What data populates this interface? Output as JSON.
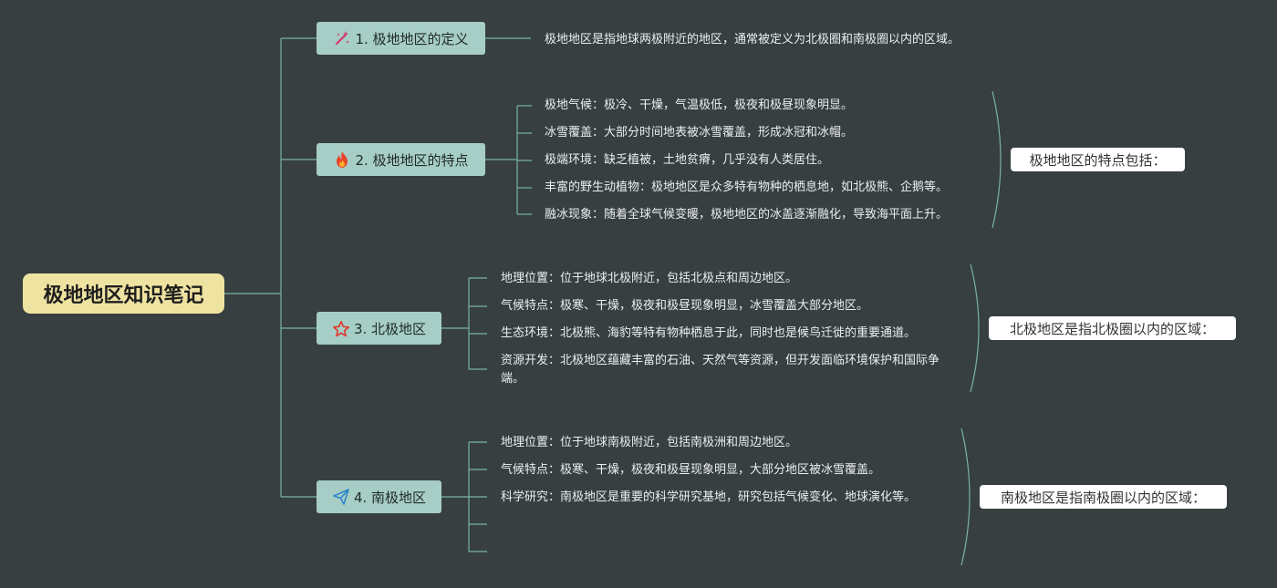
{
  "root": {
    "title": "极地地区知识笔记"
  },
  "branches": [
    {
      "label": "1. 极地地区的定义",
      "icon": "magic-wand-icon",
      "leaves": [
        "极地地区是指地球两极附近的地区，通常被定义为北极圈和南极圈以内的区域。"
      ]
    },
    {
      "label": "2. 极地地区的特点",
      "icon": "fire-icon",
      "leaves": [
        "极地气候：极冷、干燥，气温极低，极夜和极昼现象明显。",
        "冰雪覆盖：大部分时间地表被冰雪覆盖，形成冰冠和冰帽。",
        "极端环境：缺乏植被，土地贫瘠，几乎没有人类居住。",
        "丰富的野生动植物：极地地区是众多特有物种的栖息地，如北极熊、企鹅等。",
        "融冰现象：随着全球气候变暖，极地地区的冰盖逐渐融化，导致海平面上升。"
      ],
      "summary": "极地地区的特点包括："
    },
    {
      "label": "3. 北极地区",
      "icon": "star-icon",
      "leaves": [
        "地理位置：位于地球北极附近，包括北极点和周边地区。",
        "气候特点：极寒、干燥，极夜和极昼现象明显，冰雪覆盖大部分地区。",
        "生态环境：北极熊、海豹等特有物种栖息于此，同时也是候鸟迁徙的重要通道。",
        "资源开发：北极地区蕴藏丰富的石油、天然气等资源，但开发面临环境保护和国际争端。"
      ],
      "summary": "北极地区是指北极圈以内的区域："
    },
    {
      "label": "4. 南极地区",
      "icon": "paper-plane-icon",
      "leaves": [
        "地理位置：位于地球南极附近，包括南极洲和周边地区。",
        "气候特点：极寒、干燥，极夜和极昼现象明显，大部分地区被冰雪覆盖。",
        "科学研究：南极地区是重要的科学研究基地，研究包括气候变化、地球演化等。",
        "",
        ""
      ],
      "summary": "南极地区是指南极圈以内的区域："
    }
  ],
  "colors": {
    "background": "#373f41",
    "root_fill": "#efe3a1",
    "branch_fill": "#a6cdc6",
    "connector": "#79b3a7",
    "summary_fill": "#ffffff"
  }
}
